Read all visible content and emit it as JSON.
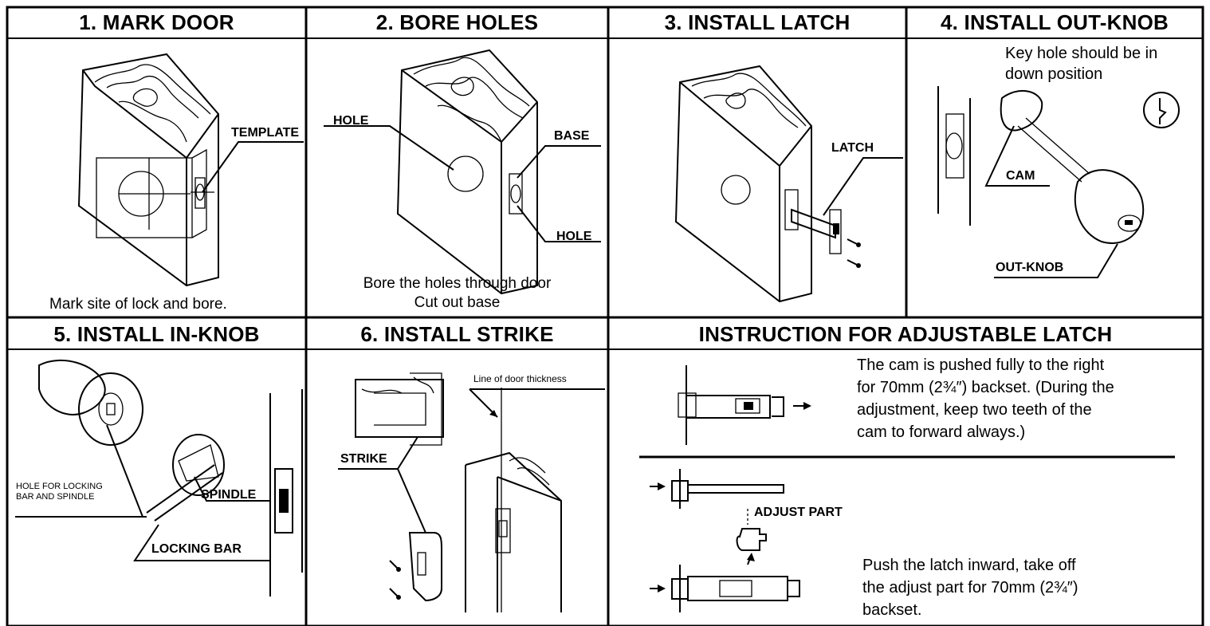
{
  "panels": {
    "p1": {
      "title": "1.   MARK DOOR",
      "callout_template": "TEMPLATE",
      "caption": "Mark site of lock and bore."
    },
    "p2": {
      "title": "2.  BORE HOLES",
      "callout_hole_top": "HOLE",
      "callout_base": "BASE",
      "callout_hole_side": "HOLE",
      "caption_line1": "Bore the holes through door",
      "caption_line2": "Cut out base"
    },
    "p3": {
      "title": "3.   INSTALL LATCH",
      "callout_latch": "LATCH"
    },
    "p4": {
      "title": "4. INSTALL OUT-KNOB",
      "note_line1": "Key hole should be in",
      "note_line2": "down position",
      "callout_cam": "CAM",
      "callout_outknob": "OUT-KNOB"
    },
    "p5": {
      "title": "5.   INSTALL IN-KNOB",
      "note_hole_line1": "HOLE FOR LOCKING",
      "note_hole_line2": "BAR AND SPINDLE",
      "callout_spindle": "SPINDLE",
      "callout_locking_bar": "LOCKING BAR"
    },
    "p6": {
      "title": "6.   INSTALL STRIKE",
      "note_thickness": "Line of door thickness",
      "callout_strike": "STRIKE"
    },
    "p7": {
      "title": "INSTRUCTION FOR ADJUSTABLE LATCH",
      "note_top_line1": "The cam is pushed fully to the right",
      "note_top_line2": "for 70mm (2¾″) backset. (During the",
      "note_top_line3": "adjustment, keep two teeth of the",
      "note_top_line4": "cam to forward always.)",
      "callout_adjust": "ADJUST PART",
      "note_bottom_line1": "Push the latch inward, take off",
      "note_bottom_line2": "the adjust part for 70mm (2¾″)",
      "note_bottom_line3": "backset."
    }
  }
}
